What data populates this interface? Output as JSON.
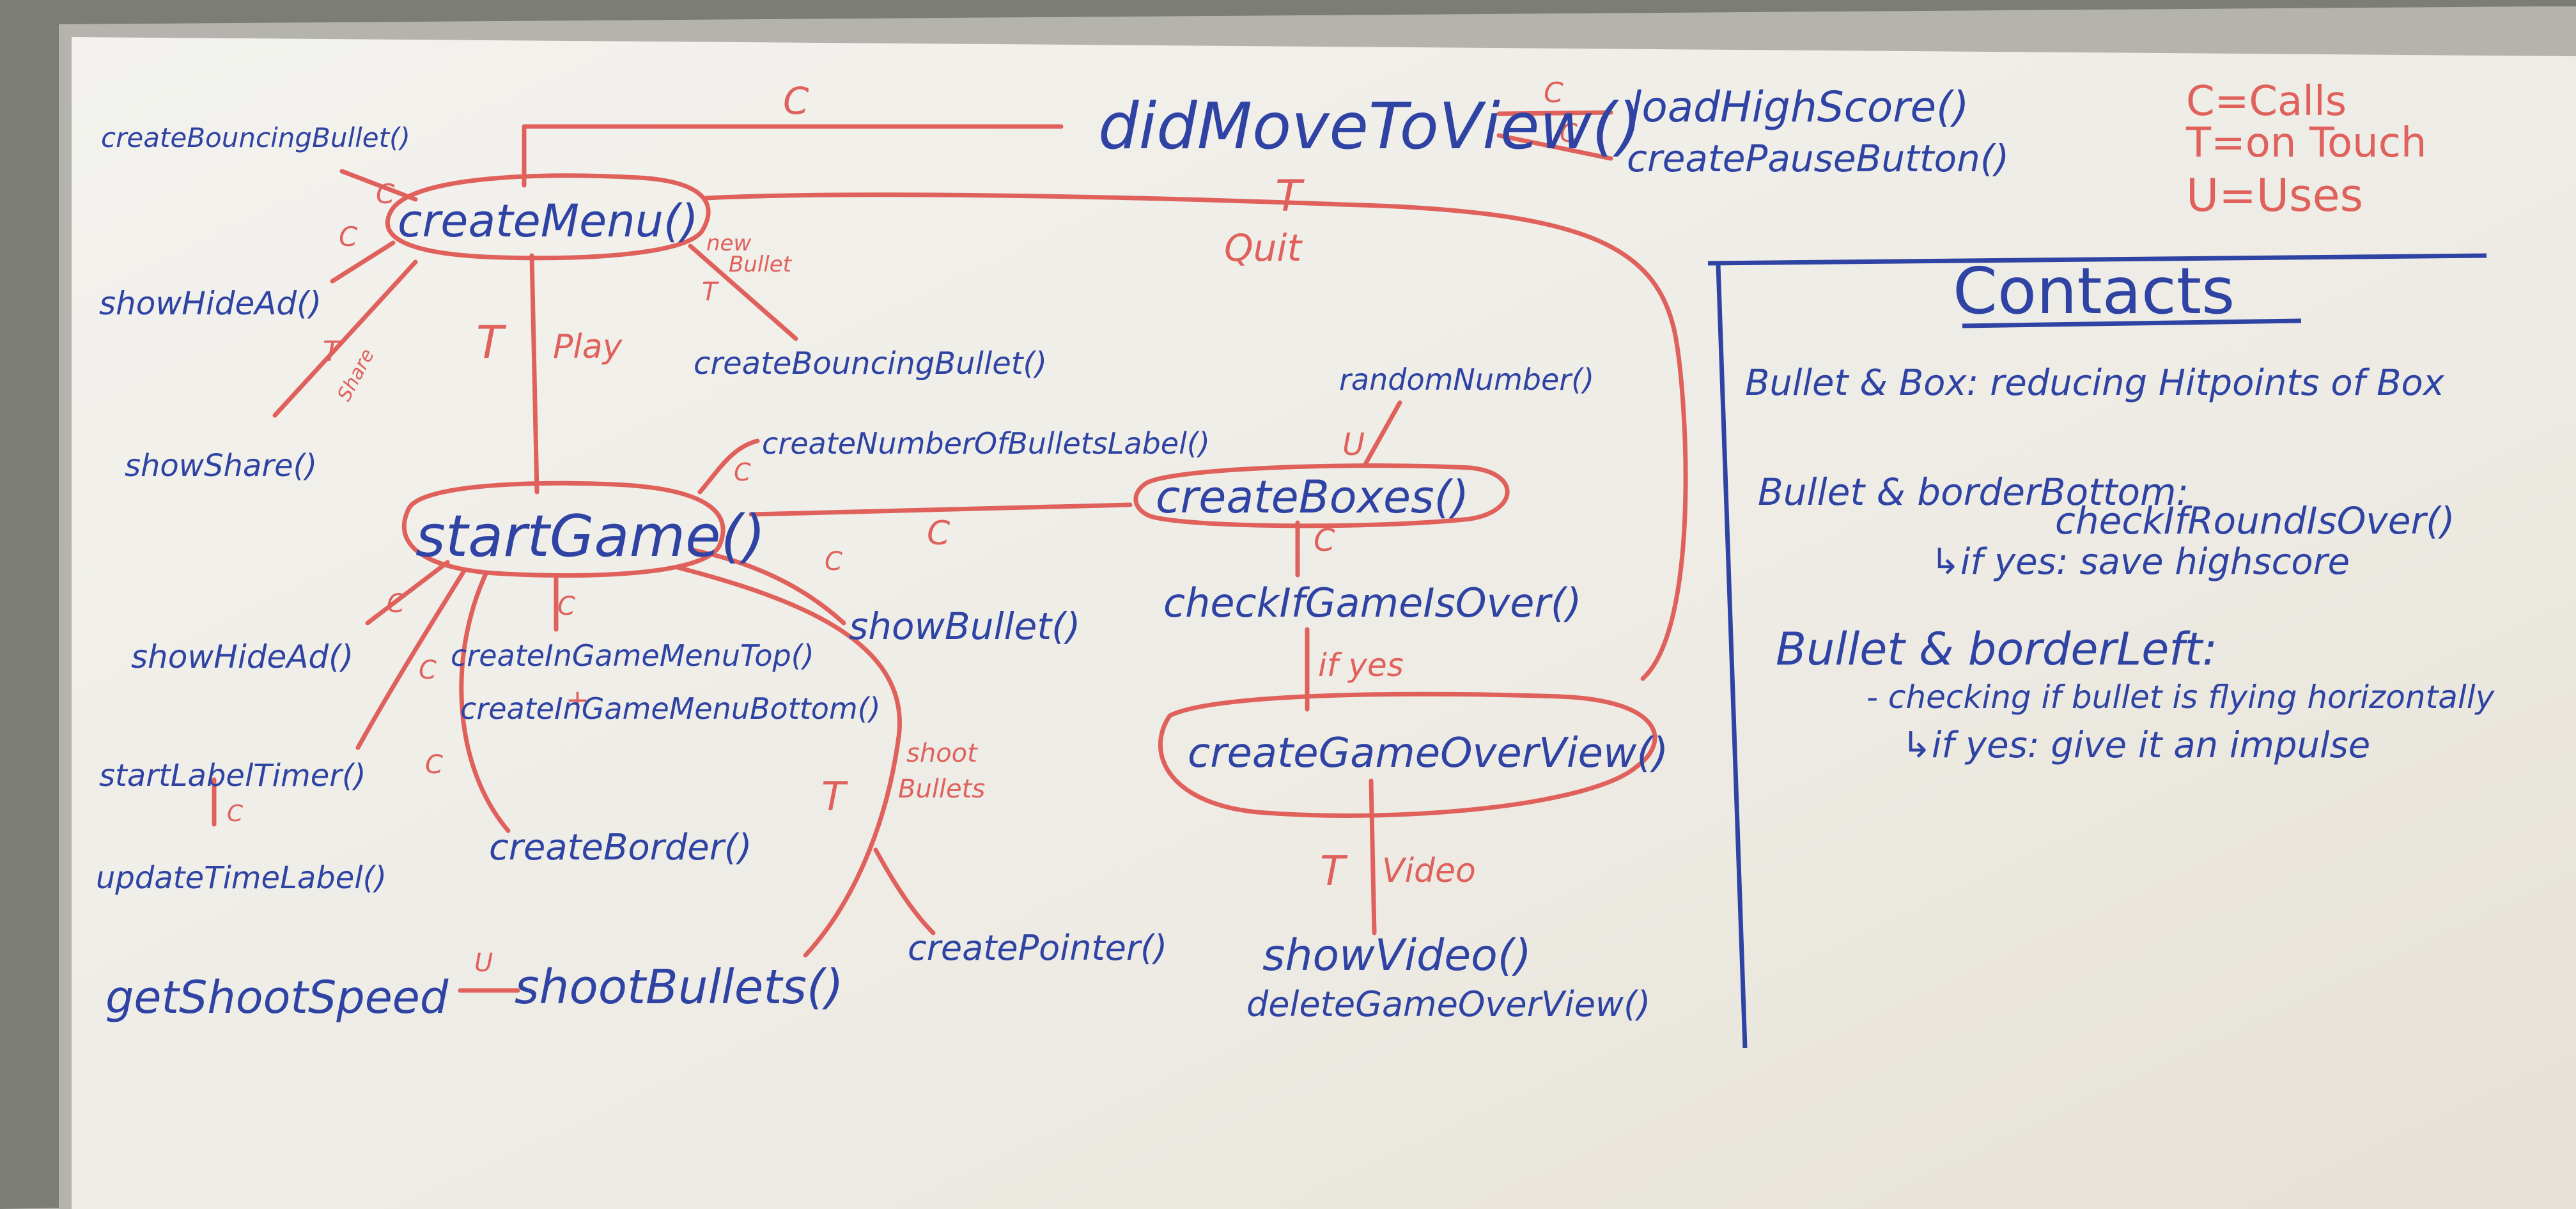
{
  "colors": {
    "blue": "#2e43a3",
    "red": "#e0615c",
    "board": "#efede7",
    "frame": "#b4b3ad"
  },
  "legend": {
    "calls": "C=Calls",
    "touch": "T=on Touch",
    "uses": "U=Uses"
  },
  "functions": {
    "didMoveToView": "didMoveToView()",
    "loadHighScore": "loadHighScore()",
    "createPauseButton": "createPauseButton()",
    "createMenu": "createMenu()",
    "createBouncingBulletTop": "createBouncingBullet()",
    "showHideAdTop": "showHideAd()",
    "showShare": "showShare()",
    "createBouncingBulletMid": "createBouncingBullet()",
    "createNumberOfBulletsLabel": "createNumberOfBulletsLabel()",
    "randomNumber": "randomNumber()",
    "startGame": "startGame()",
    "createBoxes": "createBoxes()",
    "checkIfGameIsOver": "checkIfGameIsOver()",
    "createGameOverView": "createGameOverView()",
    "showHideAdBottom": "showHideAd()",
    "createInGameMenuTop": "createInGameMenuTop()",
    "createInGameMenuBottom": "createInGameMenuBottom()",
    "showBullet": "showBullet()",
    "startLabelTimer": "startLabelTimer()",
    "updateTimeLabel": "updateTimeLabel()",
    "createBorder": "createBorder()",
    "getShootSpeed": "getShootSpeed",
    "shootBullets": "shootBullets()",
    "createPointer": "createPointer()",
    "showVideo": "showVideo()",
    "deleteGameOverView": "deleteGameOverView()"
  },
  "edge_labels": {
    "c_didmove_menu": "C",
    "c_didmove_load": "C",
    "c_didmove_pause": "C",
    "t_quit": "T",
    "quit": "Quit",
    "c_menu_bouncing": "C",
    "c_menu_showhide": "C",
    "t_share": "T",
    "share": "Share",
    "t_play": "T",
    "play": "Play",
    "new_bullet_1": "new",
    "new_bullet_2": "Bullet",
    "t_new_bullet": "T",
    "c_start_numlabel": "C",
    "c_start_boxes": "C",
    "u_random": "U",
    "c_start_showhide": "C",
    "c_start_ingame": "C",
    "c_start_showbullet": "C",
    "c_start_timer": "C",
    "c_start_border": "C",
    "c_timer_update": "C",
    "t_shoot": "T",
    "shoot_1": "shoot",
    "shoot_2": "Bullets",
    "u_shootspeed": "U",
    "c_boxes_check": "C",
    "if_yes": "if yes",
    "t_video": "T",
    "video": "Video",
    "plus": "+"
  },
  "contacts": {
    "title": "Contacts",
    "line1": "Bullet & Box: reducing Hitpoints of Box",
    "line2": "Bullet & borderBottom:",
    "line3": "checkIfRoundIsOver()",
    "line4": "↳if yes: save highscore",
    "line5": "Bullet & borderLeft:",
    "line6": "- checking if bullet is flying horizontally",
    "line7": "↳if yes: give it an impulse"
  }
}
